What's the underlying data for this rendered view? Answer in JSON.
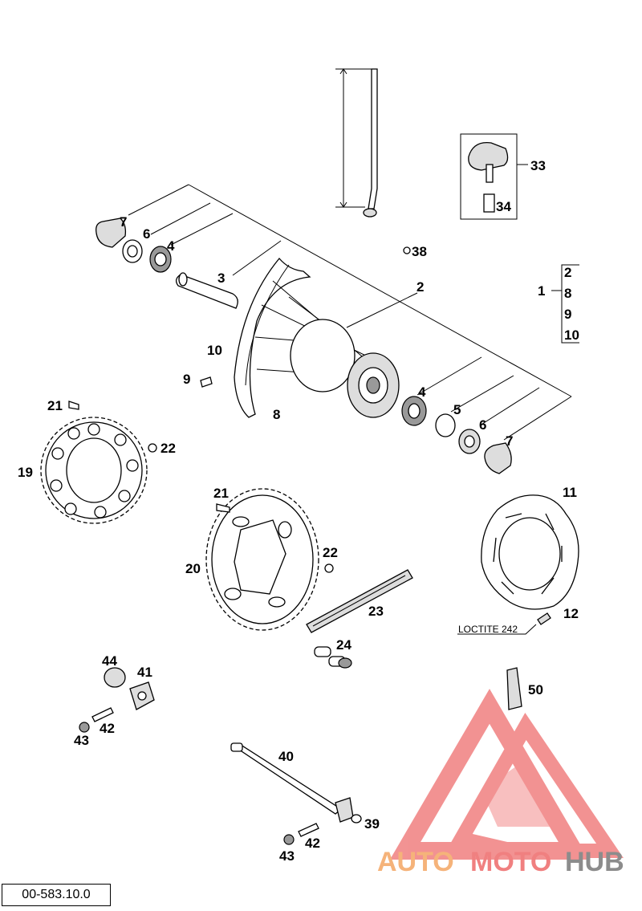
{
  "diagram_code": "00-583.10.0",
  "callouts": {
    "n1": "1",
    "n2": "2",
    "n3": "3",
    "n4a": "4",
    "n4b": "4",
    "n5": "5",
    "n6a": "6",
    "n6b": "6",
    "n7a": "7",
    "n7b": "7",
    "n8a": "8",
    "n8b": "8",
    "n9a": "9",
    "n9b": "9",
    "n10a": "10",
    "n10b": "10",
    "n11": "11",
    "n12": "12",
    "n19": "19",
    "n20": "20",
    "n21a": "21",
    "n21b": "21",
    "n22a": "22",
    "n22b": "22",
    "n23": "23",
    "n24": "24",
    "n33": "33",
    "n34": "34",
    "n38": "38",
    "n39": "39",
    "n40": "40",
    "n41": "41",
    "n42a": "42",
    "n42b": "42",
    "n43a": "43",
    "n43b": "43",
    "n44": "44",
    "n50": "50",
    "n2b": "2"
  },
  "loctite_note": "LOCTITE 242",
  "watermark": {
    "part1": "AUTO",
    "part2": "MOTO",
    "part3": "HUB",
    "color_orange": "#f5b37a",
    "color_red": "#f08080",
    "color_grey": "#8c8c8c"
  }
}
